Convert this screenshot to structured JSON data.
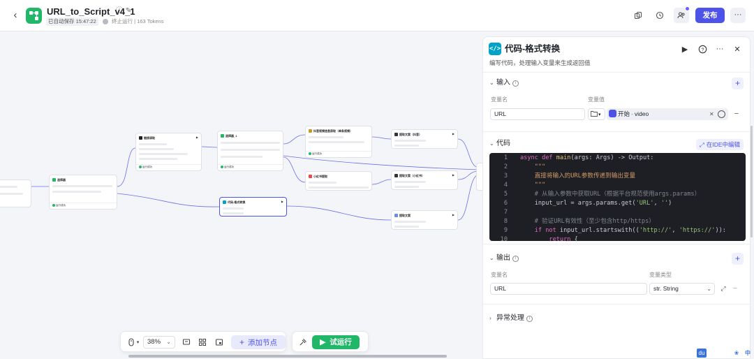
{
  "header": {
    "title": "URL_to_Script_v4_1",
    "saved": "已自动保存 15:47:22",
    "status": "终止运行 | 163 Tokens",
    "publish": "发布",
    "more": "···"
  },
  "canvas": {
    "nodes": {
      "select_node": "选择器",
      "browse": "链接读取",
      "select_node_1": "选择器_1",
      "video_parse": "抖音视频信息获取（单条视频）",
      "xhs_parse": "小红书提取",
      "convert": "代码-格式转换",
      "text_out_1": "提取文案（抖音）",
      "text_out_2": "提取文案（小红书）",
      "text_out_3": "提取文案",
      "run_ok": "运行成功"
    }
  },
  "toolbar": {
    "zoom": "38%",
    "add_node": "添加节点",
    "test_run": "试运行"
  },
  "panel": {
    "title": "代码-格式转换",
    "description": "编写代码，处理输入变量来生成返回值",
    "input": {
      "title": "输入",
      "col_name": "变量名",
      "col_value": "变量值",
      "var_name": "URL",
      "source": "开始",
      "source_sep": "-",
      "source_var": "video"
    },
    "code": {
      "title": "代码",
      "ide_button": "在IDE中编辑",
      "lines": [
        "async def main(args: Args) -> Output:",
        "    \"\"\"",
        "    直接将输入的URL参数传递到输出变量",
        "    \"\"\"",
        "    # 从输入参数中获取URL（根据平台规范使用args.params）",
        "    input_url = args.params.get('URL', '')",
        "",
        "    # 验证URL有效性（至少包含http/https）",
        "    if not input_url.startswith(('http://', 'https://')):",
        "        return {"
      ]
    },
    "output": {
      "title": "输出",
      "col_name": "变量名",
      "col_type": "变量类型",
      "var_name": "URL",
      "var_type": "str. String"
    },
    "exception": {
      "title": "异常处理"
    }
  },
  "colors": {
    "brand": "#4d53e8",
    "success": "#20b769",
    "code_bg": "#1e1f24"
  }
}
